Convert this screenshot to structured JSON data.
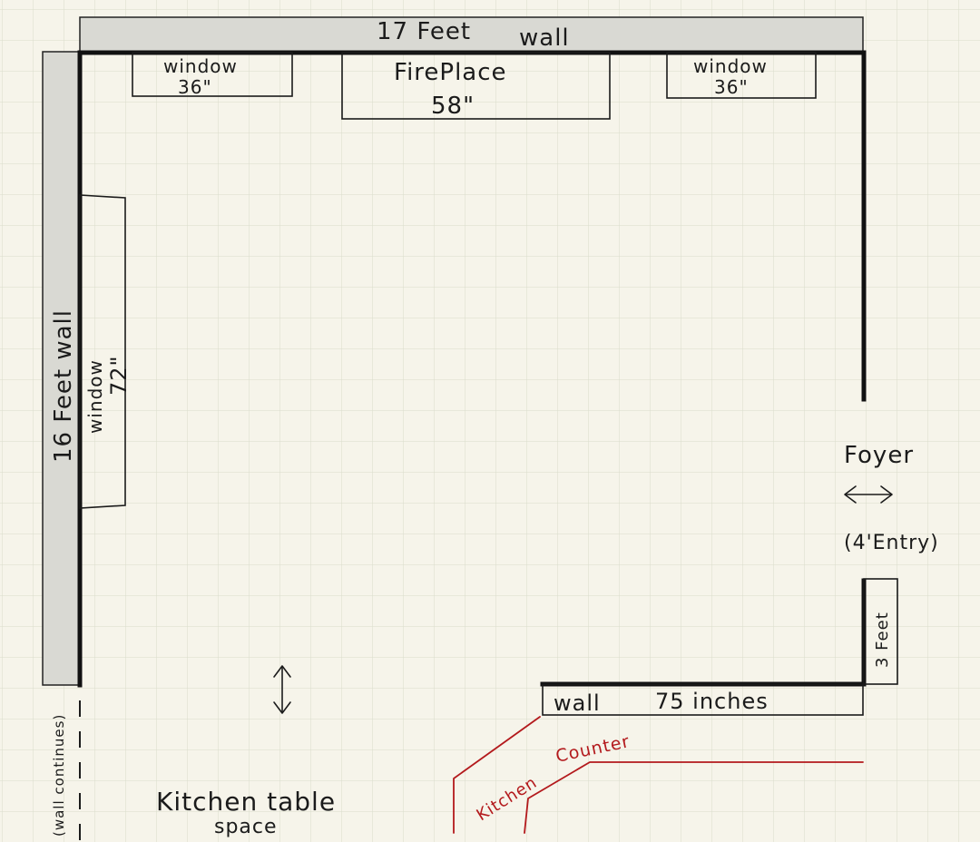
{
  "colors": {
    "paper": "#f6f4ea",
    "grid": "#d9dccb",
    "wall_strip_fill": "#d9d9d3",
    "ink": "#1b1b1b",
    "red_ink": "#b3191c"
  },
  "labels": {
    "top_wall": "17 Feet",
    "top_wall_word": "wall",
    "left_wall": "16 Feet  wall",
    "window_top_left": "window",
    "window_top_left_size": "36\"",
    "fireplace": "FirePlace",
    "fireplace_size": "58\"",
    "window_top_right": "window",
    "window_top_right_size": "36\"",
    "window_left": "window",
    "window_left_size": "72\"",
    "foyer": "Foyer",
    "foyer_arrow": "⟷",
    "entry": "(4'Entry)",
    "three_feet": "3 Feet",
    "bottom_wall_word": "wall",
    "bottom_wall_size": "75 inches",
    "wall_continues": "(wall continues)",
    "kitchen_table_1": "Kitchen table",
    "kitchen_table_2": "space",
    "table_arrow": "↕",
    "kitchen": "Kitchen",
    "counter": "Counter"
  }
}
